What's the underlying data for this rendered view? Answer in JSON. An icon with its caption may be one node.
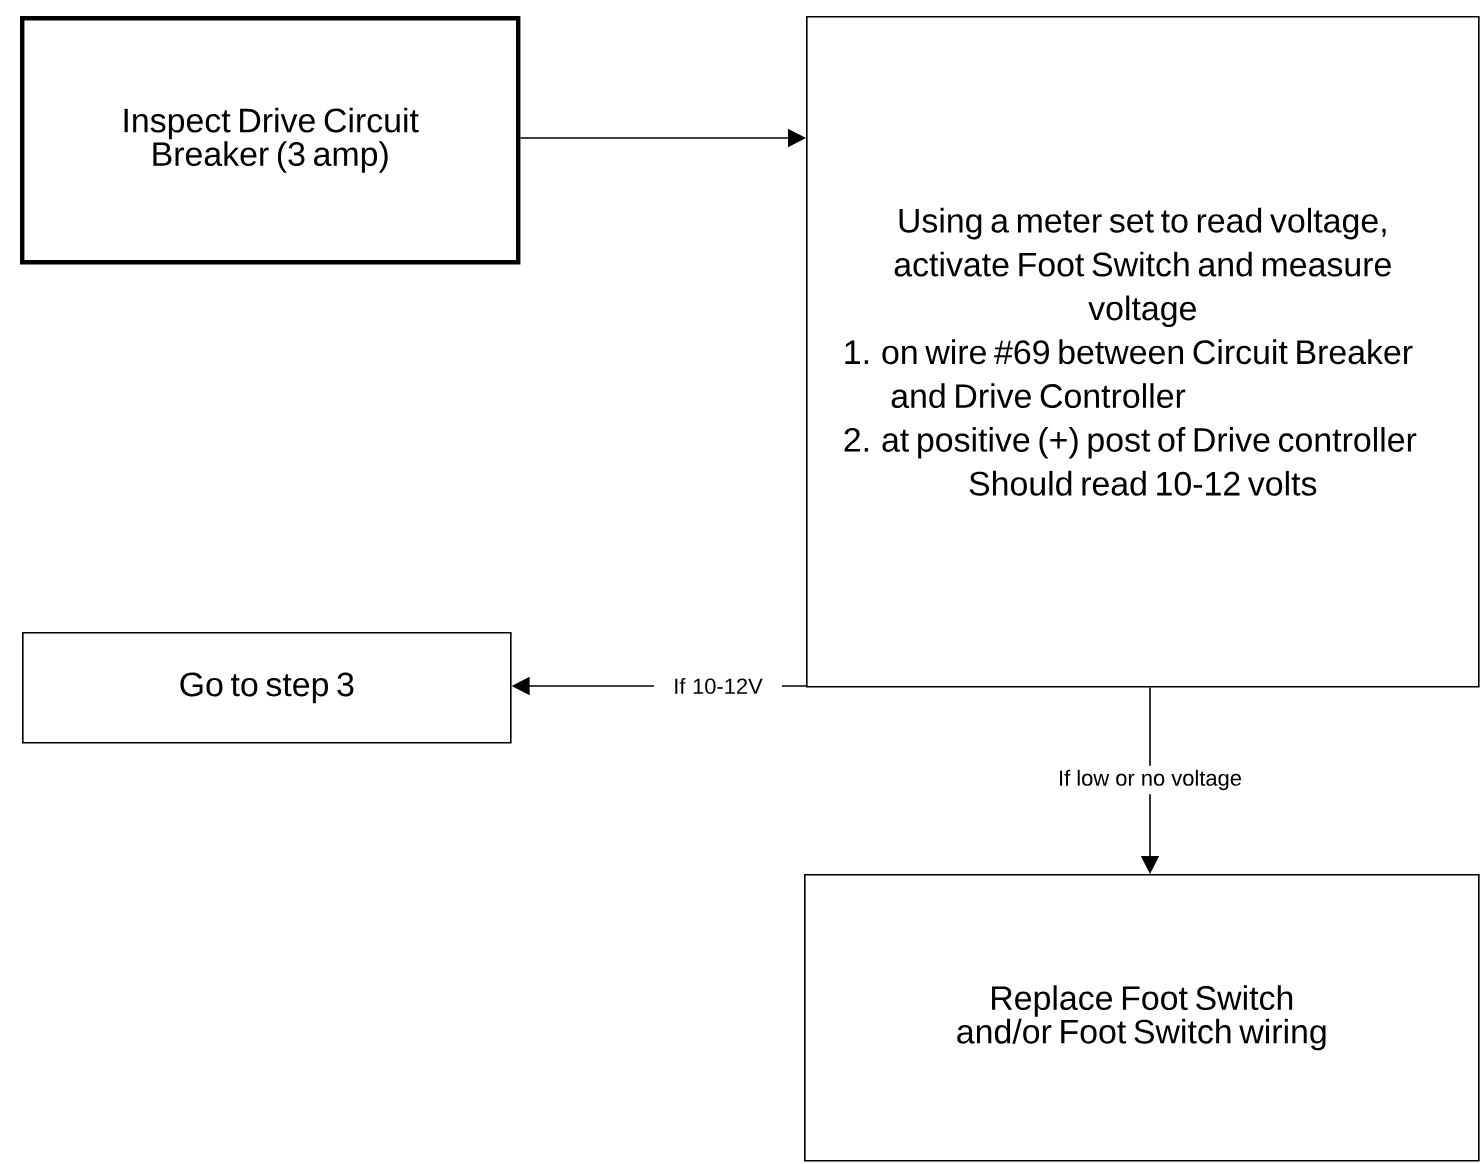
{
  "diagram": {
    "nodes": [
      {
        "text": [
          "Inspect Drive Circuit Breaker (3 amp)"
        ]
      },
      {
        "text": [
          "Using a meter set to read voltage, activate Foot Switch and measure voltage",
          "1. on wire #69 between Circuit Breaker and Drive Controller",
          "2. at positive (+) post of Drive controller",
          "Should read 10-12 volts"
        ]
      },
      {
        "text": [
          "Go to step 3"
        ]
      },
      {
        "text": [
          "Replace Foot Switch and/or Foot Switch wiring"
        ]
      }
    ],
    "edges": [
      {
        "from": 0,
        "to": 1,
        "arrow": "to"
      },
      {
        "from": 1,
        "to": 2,
        "arrow": "to",
        "label": "If 10-12V"
      },
      {
        "from": 1,
        "to": 3,
        "arrow": "to",
        "label": "If low or no voltage"
      }
    ]
  }
}
